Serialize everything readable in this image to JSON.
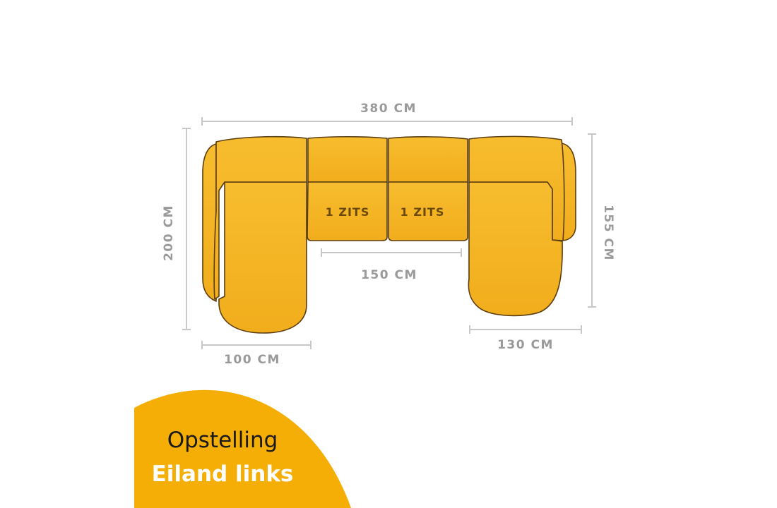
{
  "dimensions": {
    "top_width": "380 CM",
    "left_height": "200 CM",
    "right_height": "155 CM",
    "middle_width": "150 CM",
    "left_bottom_width": "100 CM",
    "right_bottom_width": "130 CM"
  },
  "seats": {
    "left_label": "1 ZITS",
    "right_label": "1 ZITS"
  },
  "caption": {
    "line1": "Opstelling",
    "line2": "Eiland links"
  },
  "colors": {
    "sofa_fill": "#f5b726",
    "sofa_outline": "#5a3d10",
    "dimension_line": "#c8c8c8",
    "dimension_text": "#9a9a9a",
    "badge": "#f5ae05"
  }
}
